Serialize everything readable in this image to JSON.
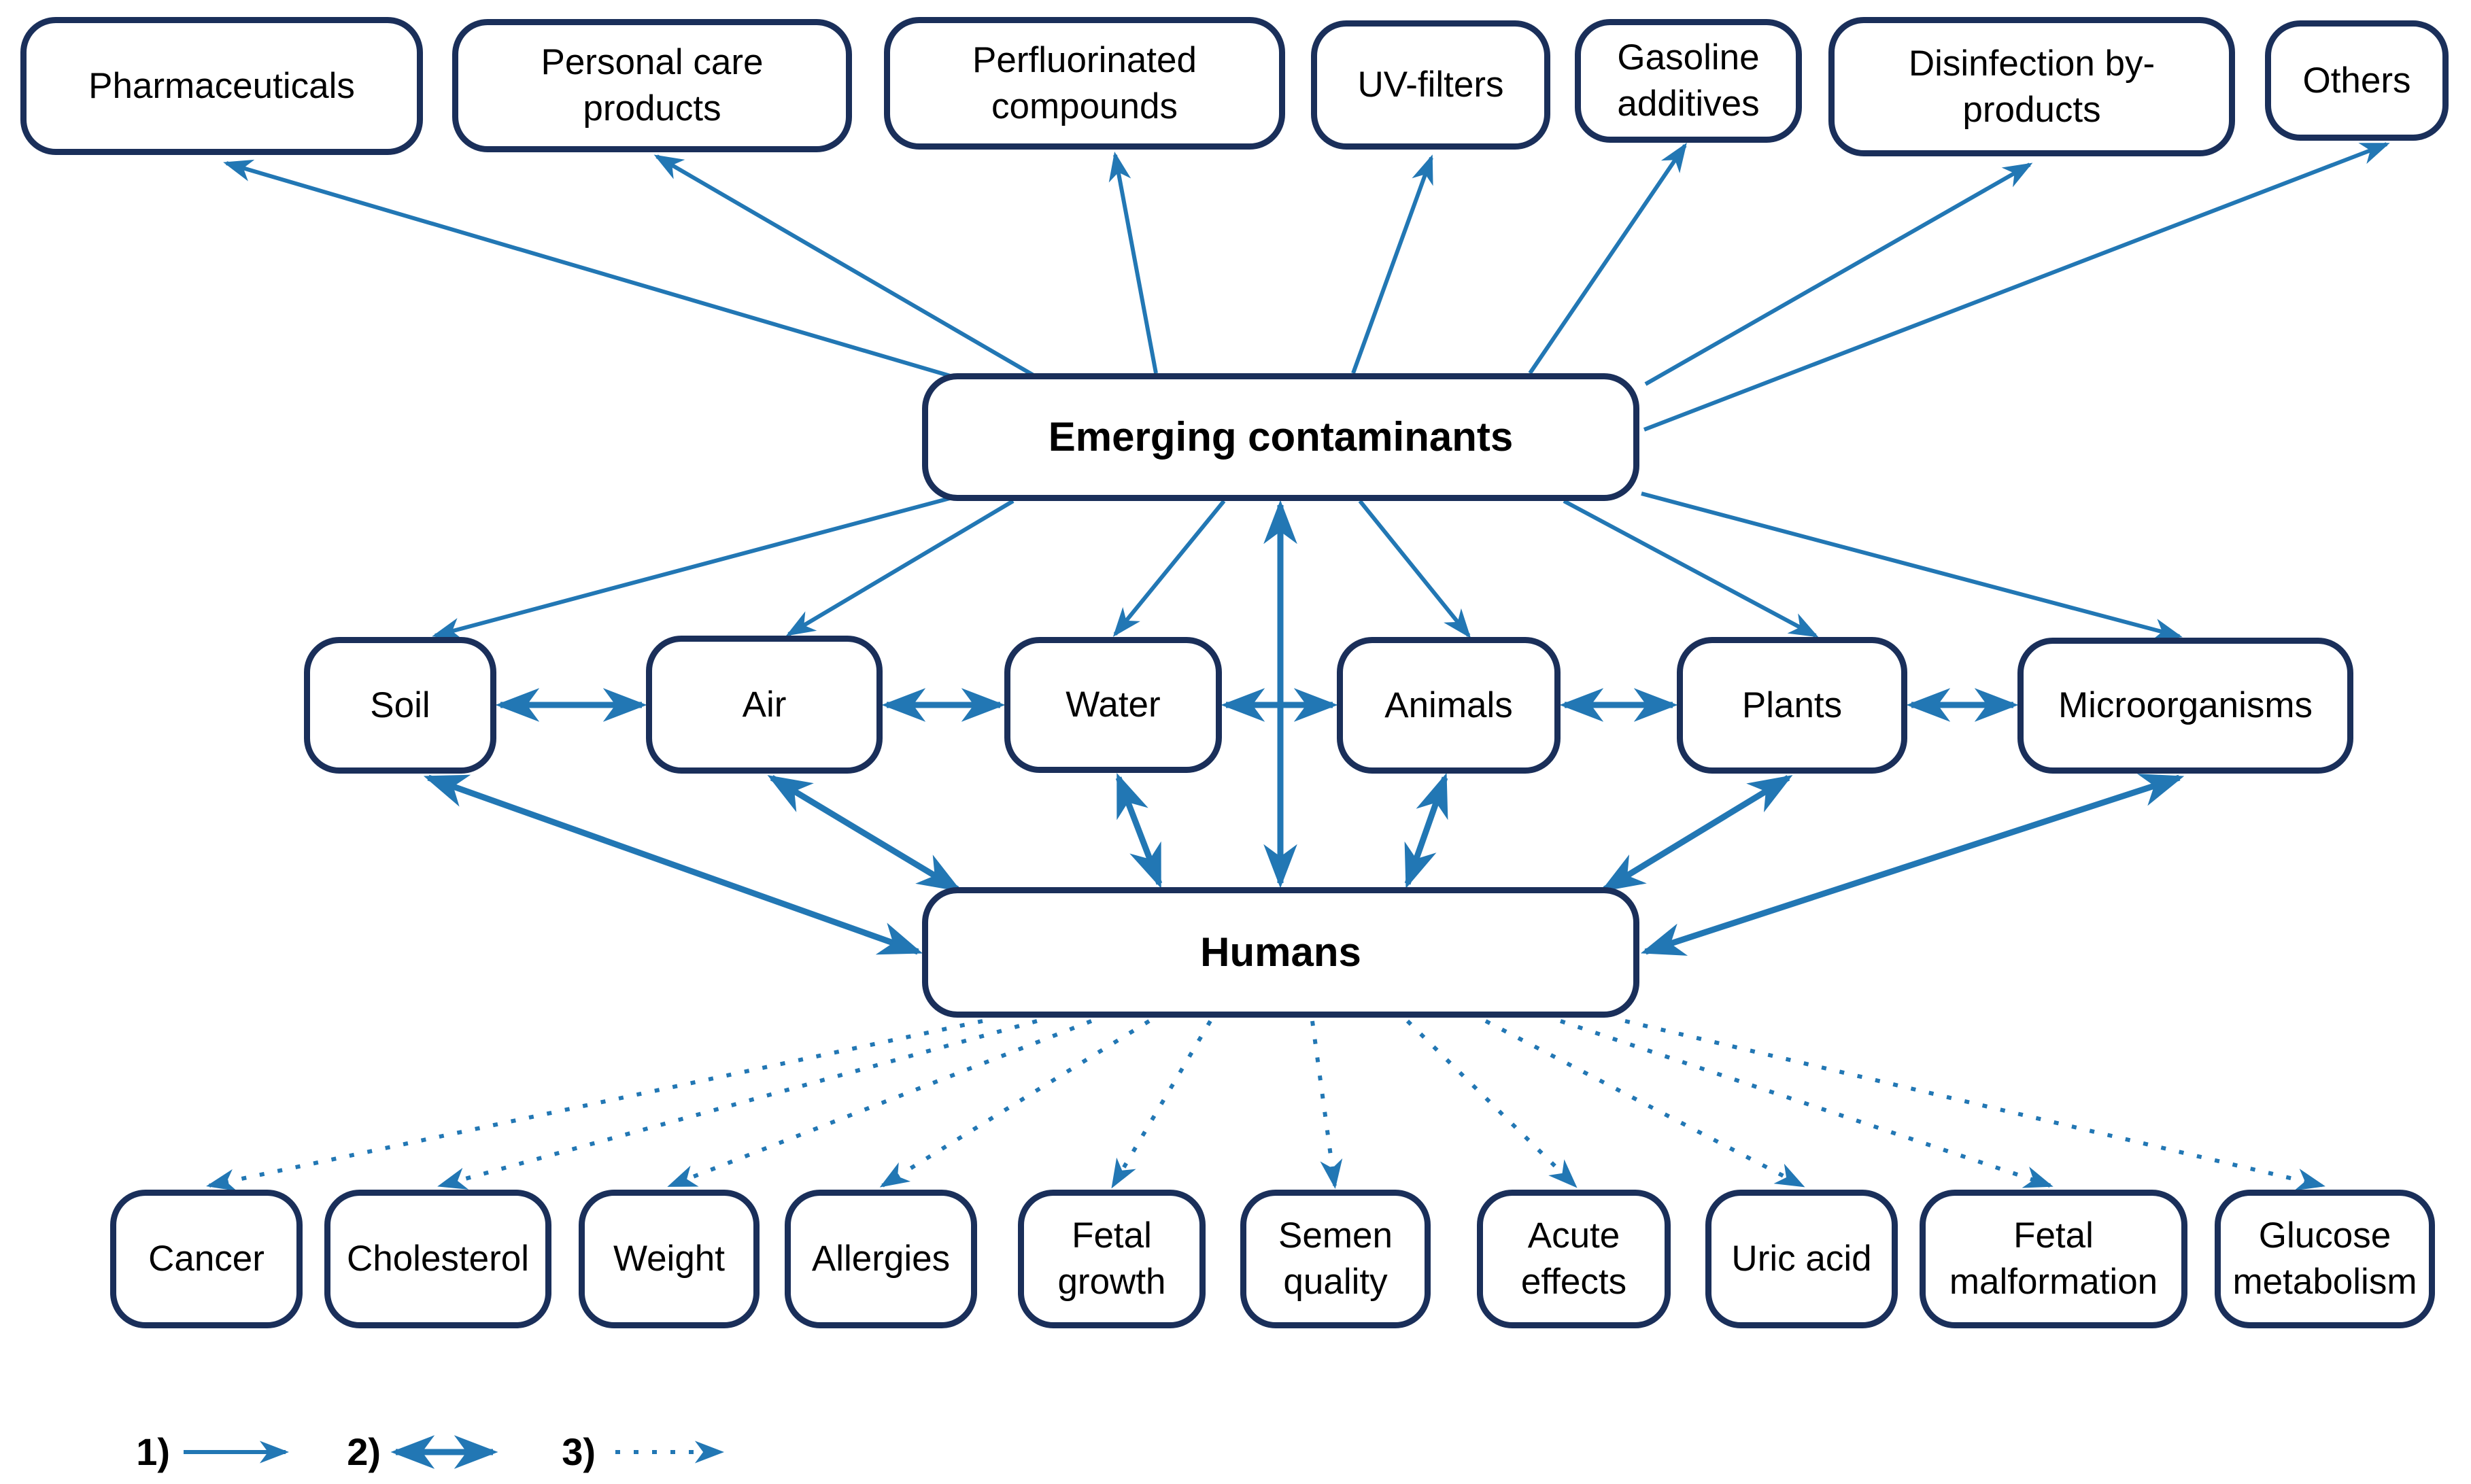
{
  "diagram": {
    "colors": {
      "box_border": "#1a2f5a",
      "arrow": "#2277b4",
      "text": "#000000",
      "background": "#ffffff"
    },
    "nodes": {
      "pharmaceuticals": {
        "label": "Pharmaceuticals"
      },
      "personal-care": {
        "label": "Personal care products"
      },
      "perfluorinated": {
        "label": "Perfluorinated compounds"
      },
      "uv-filters": {
        "label": "UV-filters"
      },
      "gasoline": {
        "label": "Gasoline additives"
      },
      "disinfection": {
        "label": "Disinfection by-products"
      },
      "others": {
        "label": "Others"
      },
      "ec": {
        "label": "Emerging contaminants"
      },
      "soil": {
        "label": "Soil"
      },
      "air": {
        "label": "Air"
      },
      "water": {
        "label": "Water"
      },
      "animals": {
        "label": "Animals"
      },
      "plants": {
        "label": "Plants"
      },
      "microorganisms": {
        "label": "Microorganisms"
      },
      "humans": {
        "label": "Humans"
      },
      "cancer": {
        "label": "Cancer"
      },
      "cholesterol": {
        "label": "Cholesterol"
      },
      "weight": {
        "label": "Weight"
      },
      "allergies": {
        "label": "Allergies"
      },
      "fetal-growth": {
        "label": "Fetal growth"
      },
      "semen-quality": {
        "label": "Semen quality"
      },
      "acute-effects": {
        "label": "Acute effects"
      },
      "uric-acid": {
        "label": "Uric acid"
      },
      "fetal-malformation": {
        "label": "Fetal malformation"
      },
      "glucose-metabolism": {
        "label": "Glucose metabolism"
      }
    },
    "edges": [
      {
        "from": "ec",
        "to": "pharmaceuticals",
        "type": 1
      },
      {
        "from": "ec",
        "to": "personal-care",
        "type": 1
      },
      {
        "from": "ec",
        "to": "perfluorinated",
        "type": 1
      },
      {
        "from": "ec",
        "to": "uv-filters",
        "type": 1
      },
      {
        "from": "ec",
        "to": "gasoline",
        "type": 1
      },
      {
        "from": "ec",
        "to": "disinfection",
        "type": 1
      },
      {
        "from": "ec",
        "to": "others",
        "type": 1
      },
      {
        "from": "ec",
        "to": "soil",
        "type": 1
      },
      {
        "from": "ec",
        "to": "air",
        "type": 1
      },
      {
        "from": "ec",
        "to": "water",
        "type": 1
      },
      {
        "from": "ec",
        "to": "animals",
        "type": 1
      },
      {
        "from": "ec",
        "to": "plants",
        "type": 1
      },
      {
        "from": "ec",
        "to": "microorganisms",
        "type": 1
      },
      {
        "from": "soil",
        "to": "air",
        "type": 2
      },
      {
        "from": "air",
        "to": "water",
        "type": 2
      },
      {
        "from": "water",
        "to": "animals",
        "type": 2
      },
      {
        "from": "animals",
        "to": "plants",
        "type": 2
      },
      {
        "from": "plants",
        "to": "microorganisms",
        "type": 2
      },
      {
        "from": "soil",
        "to": "humans",
        "type": 2
      },
      {
        "from": "air",
        "to": "humans",
        "type": 2
      },
      {
        "from": "water",
        "to": "humans",
        "type": 2
      },
      {
        "from": "ec",
        "to": "humans",
        "type": 2
      },
      {
        "from": "animals",
        "to": "humans",
        "type": 2
      },
      {
        "from": "plants",
        "to": "humans",
        "type": 2
      },
      {
        "from": "microorganisms",
        "to": "humans",
        "type": 2
      },
      {
        "from": "humans",
        "to": "cancer",
        "type": 3
      },
      {
        "from": "humans",
        "to": "cholesterol",
        "type": 3
      },
      {
        "from": "humans",
        "to": "weight",
        "type": 3
      },
      {
        "from": "humans",
        "to": "allergies",
        "type": 3
      },
      {
        "from": "humans",
        "to": "fetal-growth",
        "type": 3
      },
      {
        "from": "humans",
        "to": "semen-quality",
        "type": 3
      },
      {
        "from": "humans",
        "to": "acute-effects",
        "type": 3
      },
      {
        "from": "humans",
        "to": "uric-acid",
        "type": 3
      },
      {
        "from": "humans",
        "to": "fetal-malformation",
        "type": 3
      },
      {
        "from": "humans",
        "to": "glucose-metabolism",
        "type": 3
      }
    ],
    "legend": {
      "items": [
        {
          "num": "1)",
          "type": 1
        },
        {
          "num": "2)",
          "type": 2
        },
        {
          "num": "3)",
          "type": 3
        }
      ]
    }
  }
}
